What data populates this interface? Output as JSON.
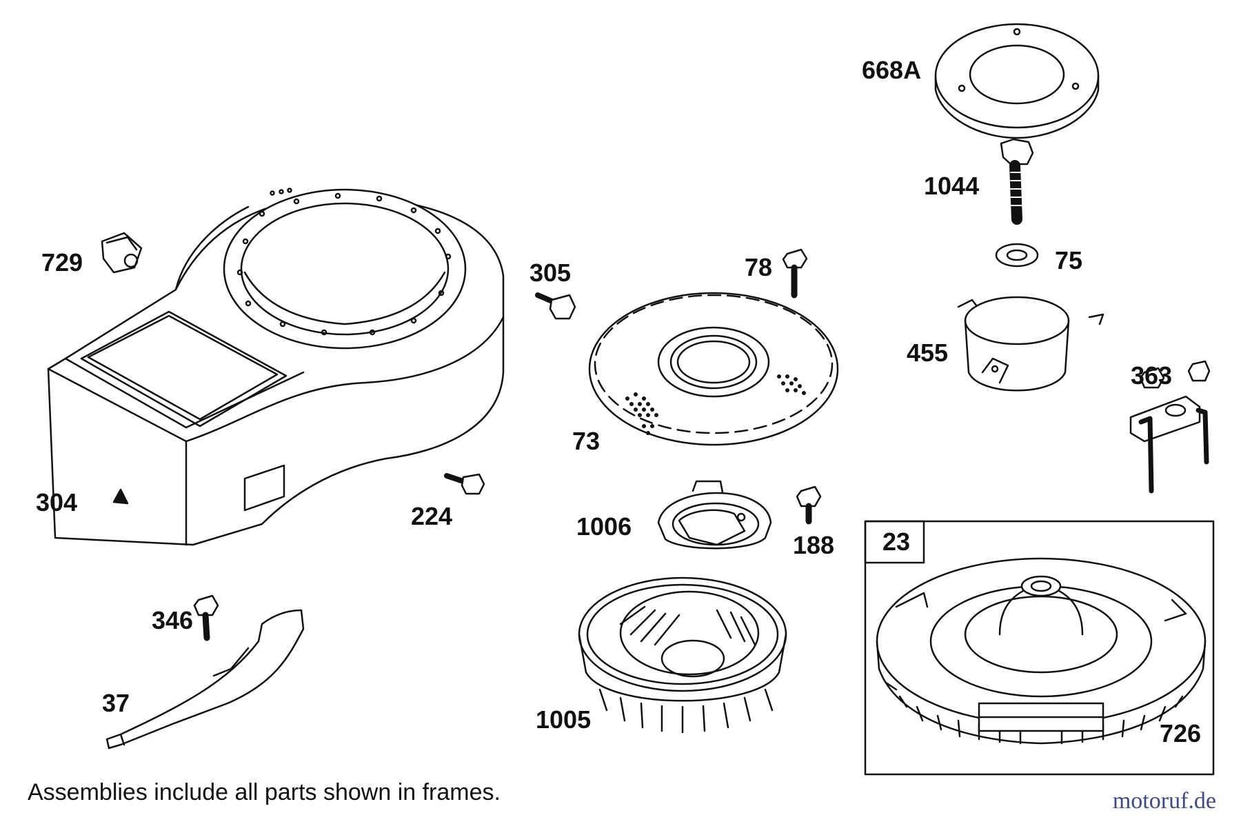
{
  "labels": {
    "p668a": "668A",
    "p1044": "1044",
    "p75": "75",
    "p455": "455",
    "p363": "363",
    "p729": "729",
    "p305": "305",
    "p78": "78",
    "p73": "73",
    "p304": "304",
    "p224": "224",
    "p1006": "1006",
    "p188": "188",
    "p23": "23",
    "p346": "346",
    "p37": "37",
    "p1005": "1005",
    "p726": "726"
  },
  "note": "Assemblies include all parts shown in frames.",
  "watermark": "motoruf.de"
}
